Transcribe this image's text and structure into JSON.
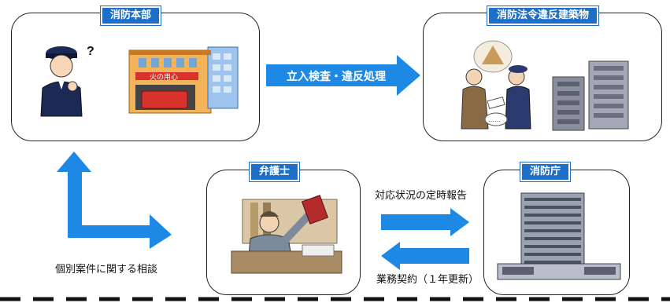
{
  "nodes": {
    "hq": {
      "label": "消防本部"
    },
    "violation_buildings": {
      "label": "消防法令違反建築物"
    },
    "lawyer": {
      "label": "弁護士"
    },
    "fire_agency": {
      "label": "消防庁"
    }
  },
  "arrows": {
    "inspection": "立入検査・違反処理",
    "report": "対応状況の定時報告",
    "contract": "業務契約（１年更新）",
    "consult": "個別案件に関する相談"
  },
  "illustrations": {
    "officer_question": "?",
    "station_sign": "火の用心",
    "speech_dots": "……"
  },
  "colors": {
    "accent": "#1e6fc8",
    "arrow": "#1e88e5"
  }
}
